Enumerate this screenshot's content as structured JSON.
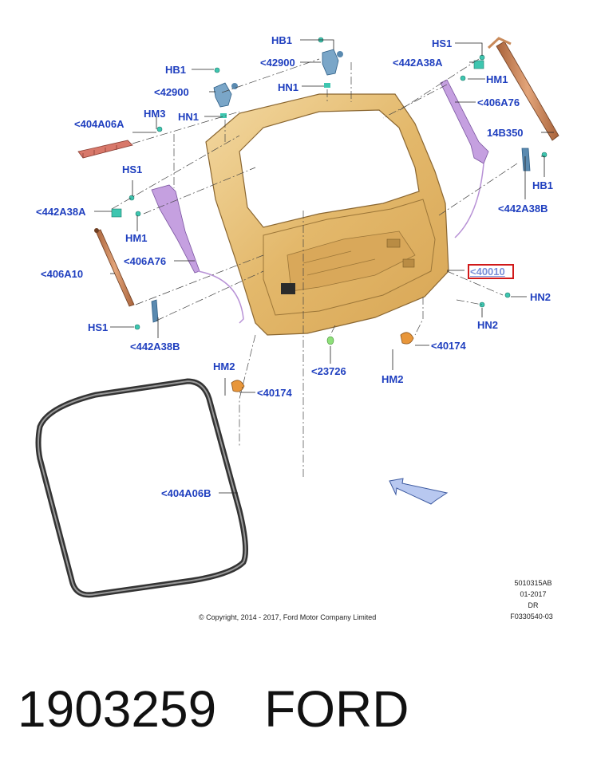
{
  "labels": {
    "hb1_a": "HB1",
    "p42900_a": "<42900",
    "hn1_a": "HN1",
    "hb1_b": "HB1",
    "p42900_b": "<42900",
    "hn1_b": "HN1",
    "hs1_a": "HS1",
    "p442a38a_a": "<442A38A",
    "hm1_a": "HM1",
    "p406a76_a": "<406A76",
    "p14b350": "14B350",
    "hb1_c": "HB1",
    "p442a38b_a": "<442A38B",
    "p404a06a": "<404A06A",
    "hm3": "HM3",
    "hs1_b": "HS1",
    "p442a38a_b": "<442A38A",
    "hm1_b": "HM1",
    "p406a76_b": "<406A76",
    "p406a10": "<406A10",
    "hs1_c": "HS1",
    "p442a38b_b": "<442A38B",
    "p40010": "<40010",
    "hn2_a": "HN2",
    "hn2_b": "HN2",
    "p40174_a": "<40174",
    "p23726": "<23726",
    "hm2_a": "HM2",
    "hm2_b": "HM2",
    "p40174_b": "<40174",
    "p404a06b": "<404A06B"
  },
  "meta": {
    "code": "5010315AB",
    "date": "01-2017",
    "dr": "DR",
    "figure": "F0330540-03"
  },
  "copyright": "© Copyright, 2014 - 2017, Ford Motor Company Limited",
  "footer": {
    "part_number": "1903259",
    "brand": "FORD"
  },
  "colors": {
    "label": "#1f3fbf",
    "highlight": "#d11919",
    "panel": "#e8c27a",
    "strut": "#c98a5a",
    "trim": "#b892d6",
    "clip": "#3ec6b0"
  }
}
